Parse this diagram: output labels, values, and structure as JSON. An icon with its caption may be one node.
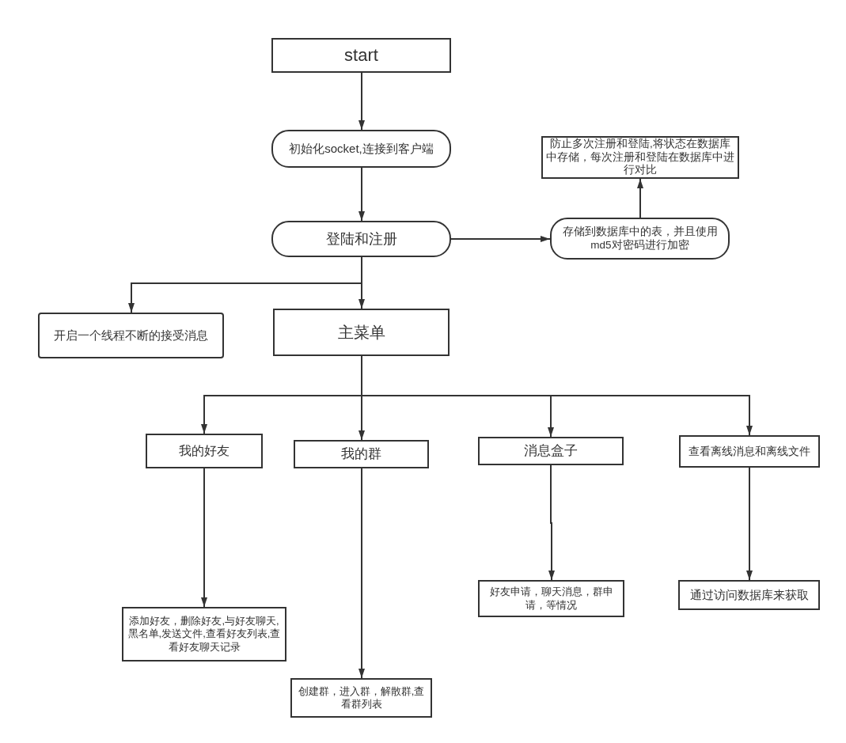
{
  "diagram": {
    "nodes": [
      {
        "text": [
          "start"
        ]
      },
      {
        "text": [
          "初始化socket,连接到客户端"
        ]
      },
      {
        "text": [
          "防止多次注册和登陆,将状态在数据库中存储，每次注册和登陆在数据库中进行对比"
        ]
      },
      {
        "text": [
          "登陆和注册"
        ]
      },
      {
        "text": [
          "存储到数据库中的表，并且使用md5对密码进行加密"
        ]
      },
      {
        "text": [
          "开启一个线程不断的接受消息"
        ]
      },
      {
        "text": [
          "主菜单"
        ]
      },
      {
        "text": [
          "我的好友"
        ]
      },
      {
        "text": [
          "我的群"
        ]
      },
      {
        "text": [
          "消息盒子"
        ]
      },
      {
        "text": [
          "查看离线消息和离线文件"
        ]
      },
      {
        "text": [
          "好友申请，聊天消息，群申请，等情况"
        ]
      },
      {
        "text": [
          "通过访问数据库来获取"
        ]
      },
      {
        "text": [
          "添加好友，删除好友,与好友聊天,黑名单,发送文件,查看好友列表,查看好友聊天记录"
        ]
      },
      {
        "text": [
          "创建群，进入群，解散群,查看群列表"
        ]
      }
    ],
    "edges": [
      {
        "from": 0,
        "to": 1,
        "arrow": "to"
      },
      {
        "from": 1,
        "to": 3,
        "arrow": "to"
      },
      {
        "from": 3,
        "to": 4,
        "arrow": "to"
      },
      {
        "from": 4,
        "to": 2,
        "arrow": "to"
      },
      {
        "from": 3,
        "to": 5,
        "arrow": "to"
      },
      {
        "from": 3,
        "to": 6,
        "arrow": "to"
      },
      {
        "from": 6,
        "to": 7,
        "arrow": "to"
      },
      {
        "from": 6,
        "to": 8,
        "arrow": "to"
      },
      {
        "from": 6,
        "to": 9,
        "arrow": "to"
      },
      {
        "from": 6,
        "to": 10,
        "arrow": "to"
      },
      {
        "from": 7,
        "to": 13,
        "arrow": "to"
      },
      {
        "from": 8,
        "to": 14,
        "arrow": "to"
      },
      {
        "from": 9,
        "to": 11,
        "arrow": "to"
      },
      {
        "from": 10,
        "to": 12,
        "arrow": "to"
      }
    ]
  }
}
